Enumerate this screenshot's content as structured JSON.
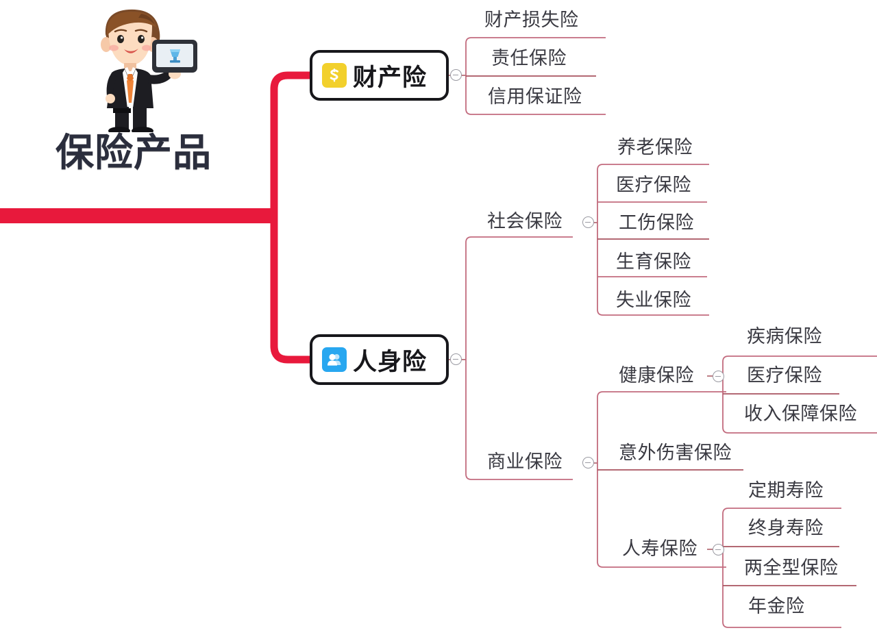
{
  "document": {
    "type": "mind-map",
    "title": "保险产品"
  },
  "root": {
    "label": "保险产品",
    "illustration": "businessman-with-tablet-illustration",
    "title_color": "#2b2e3d"
  },
  "theme": {
    "trunk_color": "#E8193C",
    "branch_color": "#c26b7e",
    "node_border_color": "#17171b",
    "text_color": "#3a3a42",
    "background": "#ffffff",
    "property_icon_color": "#f2d02c",
    "life_icon_color": "#28a7f0"
  },
  "branches": [
    {
      "id": "property",
      "label": "财产险",
      "icon": "money-s-icon",
      "icon_color": "#f2d02c",
      "toggle": "collapse-toggle-minus",
      "children": [
        {
          "label": "财产损失险"
        },
        {
          "label": "责任保险"
        },
        {
          "label": "信用保证险"
        }
      ]
    },
    {
      "id": "personal",
      "label": "人身险",
      "icon": "people-user-icon",
      "icon_color": "#28a7f0",
      "toggle": "collapse-toggle-minus",
      "children": [
        {
          "label": "社会保险",
          "toggle": "collapse-toggle-minus",
          "children": [
            {
              "label": "养老保险"
            },
            {
              "label": "医疗保险"
            },
            {
              "label": "工伤保险"
            },
            {
              "label": "生育保险"
            },
            {
              "label": "失业保险"
            }
          ]
        },
        {
          "label": "商业保险",
          "toggle": "collapse-toggle-minus",
          "children": [
            {
              "label": "健康保险",
              "toggle": "collapse-toggle-minus",
              "children": [
                {
                  "label": "疾病保险"
                },
                {
                  "label": "医疗保险"
                },
                {
                  "label": "收入保障保险"
                }
              ]
            },
            {
              "label": "意外伤害保险"
            },
            {
              "label": "人寿保险",
              "toggle": "collapse-toggle-minus",
              "children": [
                {
                  "label": "定期寿险"
                },
                {
                  "label": "终身寿险"
                },
                {
                  "label": "两全型保险"
                },
                {
                  "label": "年金险"
                }
              ]
            }
          ]
        }
      ]
    }
  ]
}
